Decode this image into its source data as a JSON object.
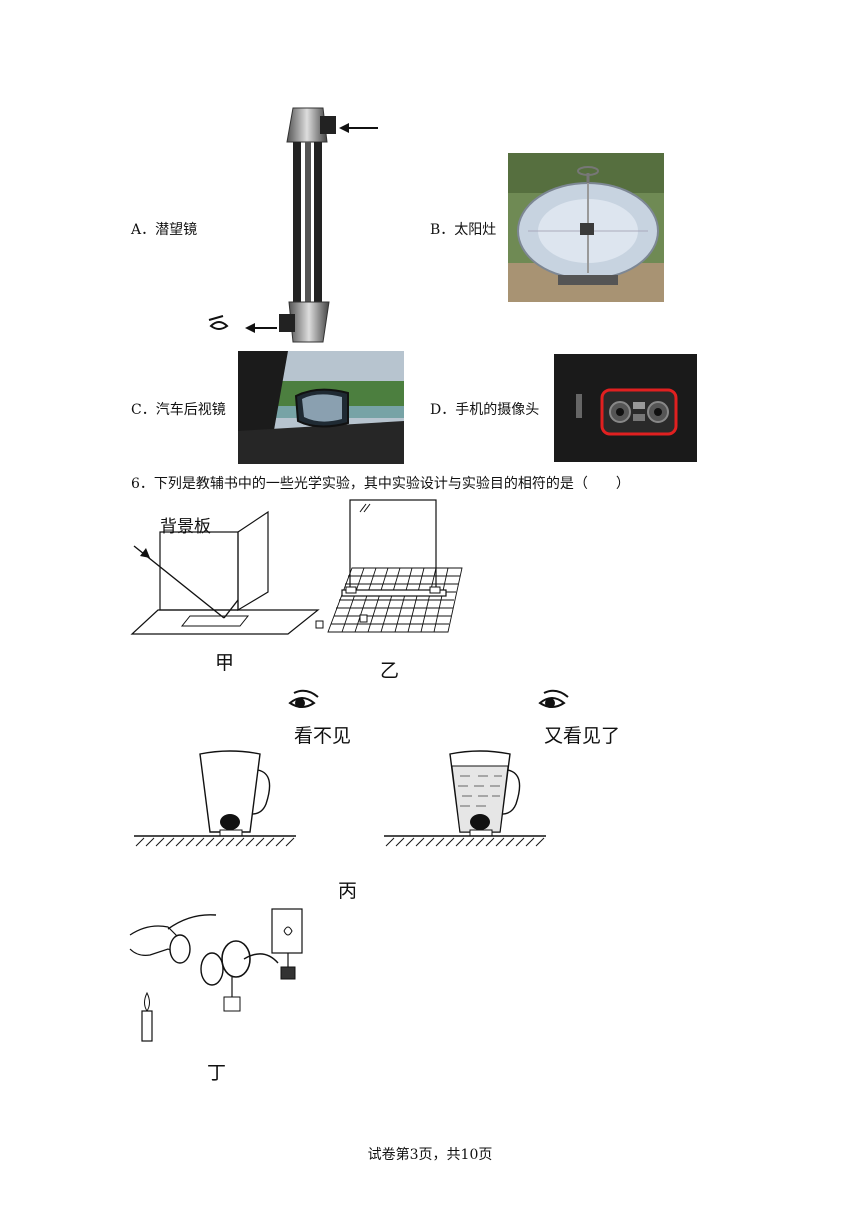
{
  "options": {
    "a": "A．潜望镜",
    "b": "B．太阳灶",
    "c": "C．汽车后视镜",
    "d": "D．手机的摄像头"
  },
  "question6": {
    "stem": "6．下列是教辅书中的一些光学实验，其中实验设计与实验目的相符的是（　　）",
    "jia_board_label": "背景板",
    "jia_label": "甲",
    "yi_label": "乙",
    "bing_left_caption": "看不见",
    "bing_right_caption": "又看见了",
    "bing_label": "丙",
    "ding_label": "丁"
  },
  "footer": "试卷第3页，共10页"
}
